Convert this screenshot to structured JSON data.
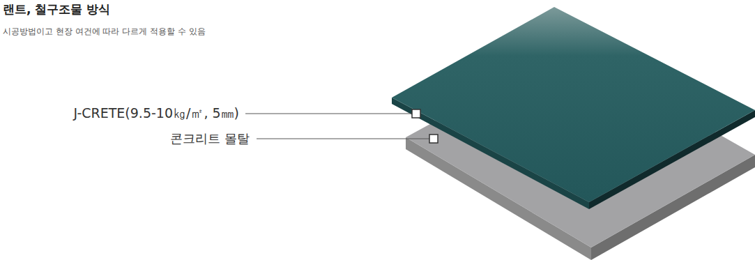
{
  "diagram": {
    "title": "랜트, 철구조물 방식",
    "labels": [
      "시공방법이고 현장 여건에 따라 다르게 적용할 수 있음",
      "J-CRETE(9.5-10㎏/㎡, 5㎜)",
      "콘크리트 몰탈"
    ]
  }
}
